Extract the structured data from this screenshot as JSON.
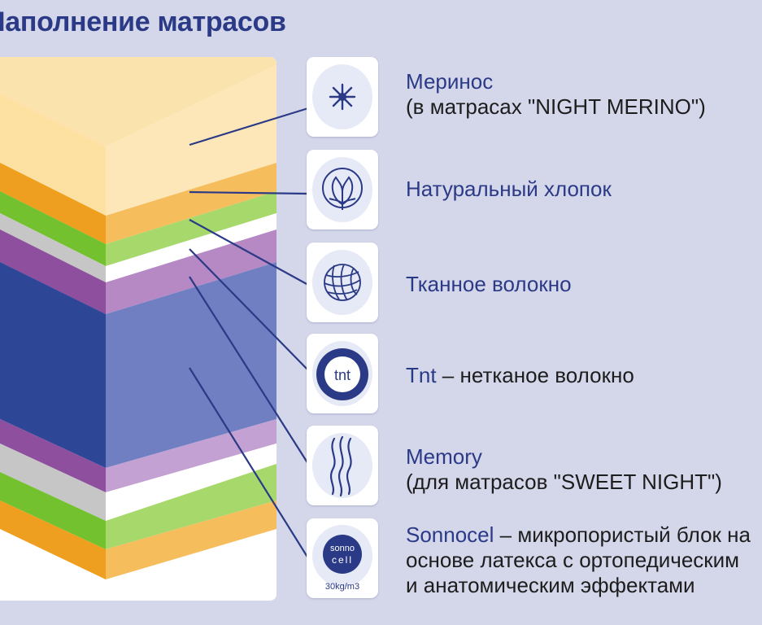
{
  "title": "Наполнение матрасов",
  "layers": [
    {
      "name": "Меринос",
      "note": "(в матрасах \"NIGHT MERINO\")",
      "icon": "merino-star-icon"
    },
    {
      "name": "Натуральный хлопок",
      "note": "",
      "icon": "cotton-flower-icon"
    },
    {
      "name": "Тканное волокно",
      "note": "",
      "icon": "woven-fiber-ball-icon"
    },
    {
      "name": "Tnt",
      "suffix": " – нетканое волокно",
      "icon": "tnt-badge-icon",
      "badge": "tnt"
    },
    {
      "name": "Memory",
      "note": "(для матрасов \"SWEET NIGHT\")",
      "icon": "wavy-lines-icon"
    },
    {
      "name": "Sonnocel",
      "suffix": " – микропористый блок на",
      "line2": "основе латекса с ортопедическим",
      "line3": "и анатомическим эффектами",
      "icon": "sonnocell-badge-icon",
      "badge_top": "sonno",
      "badge_bottom": "cell",
      "density": "30kg/m3"
    }
  ],
  "colors": {
    "background": "#d4d6ea",
    "accent": "#2b3a86",
    "icon_bg": "#e6eaf6",
    "merino": "#fce5b4",
    "orange": "#f0a32a",
    "green": "#7dc53e",
    "gray": "#c6c6c6",
    "purple": "#9b5aa8",
    "memory": "#2d4695"
  }
}
